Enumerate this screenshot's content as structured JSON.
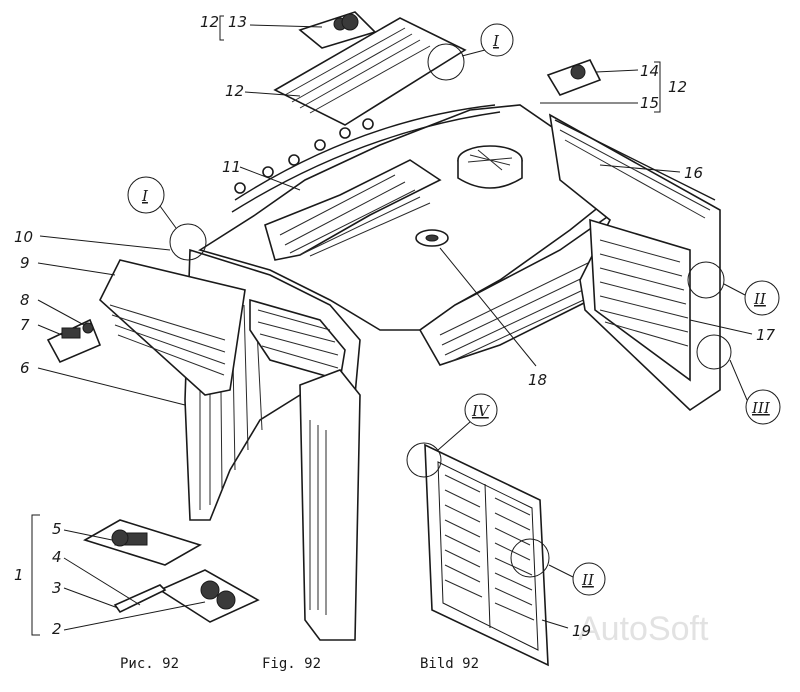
{
  "parts": {
    "p1": "1",
    "p2": "2",
    "p3": "3",
    "p4": "4",
    "p5": "5",
    "p6": "6",
    "p7": "7",
    "p8": "8",
    "p9": "9",
    "p10": "10",
    "p11": "11",
    "p12_top": "12",
    "p12_mid": "12",
    "p12_right": "12",
    "p13": "13",
    "p14": "14",
    "p15": "15",
    "p16": "16",
    "p17": "17",
    "p18": "18",
    "p19": "19"
  },
  "detail_markers": {
    "i_top": "I",
    "i_left": "I",
    "ii_right": "II",
    "iii_right": "III",
    "iv_grille": "IV",
    "ii_grille": "II"
  },
  "captions": {
    "ru": "Рис. 92",
    "en": "Fig. 92",
    "de": "Bild 92"
  },
  "watermark": "AutoSoft"
}
